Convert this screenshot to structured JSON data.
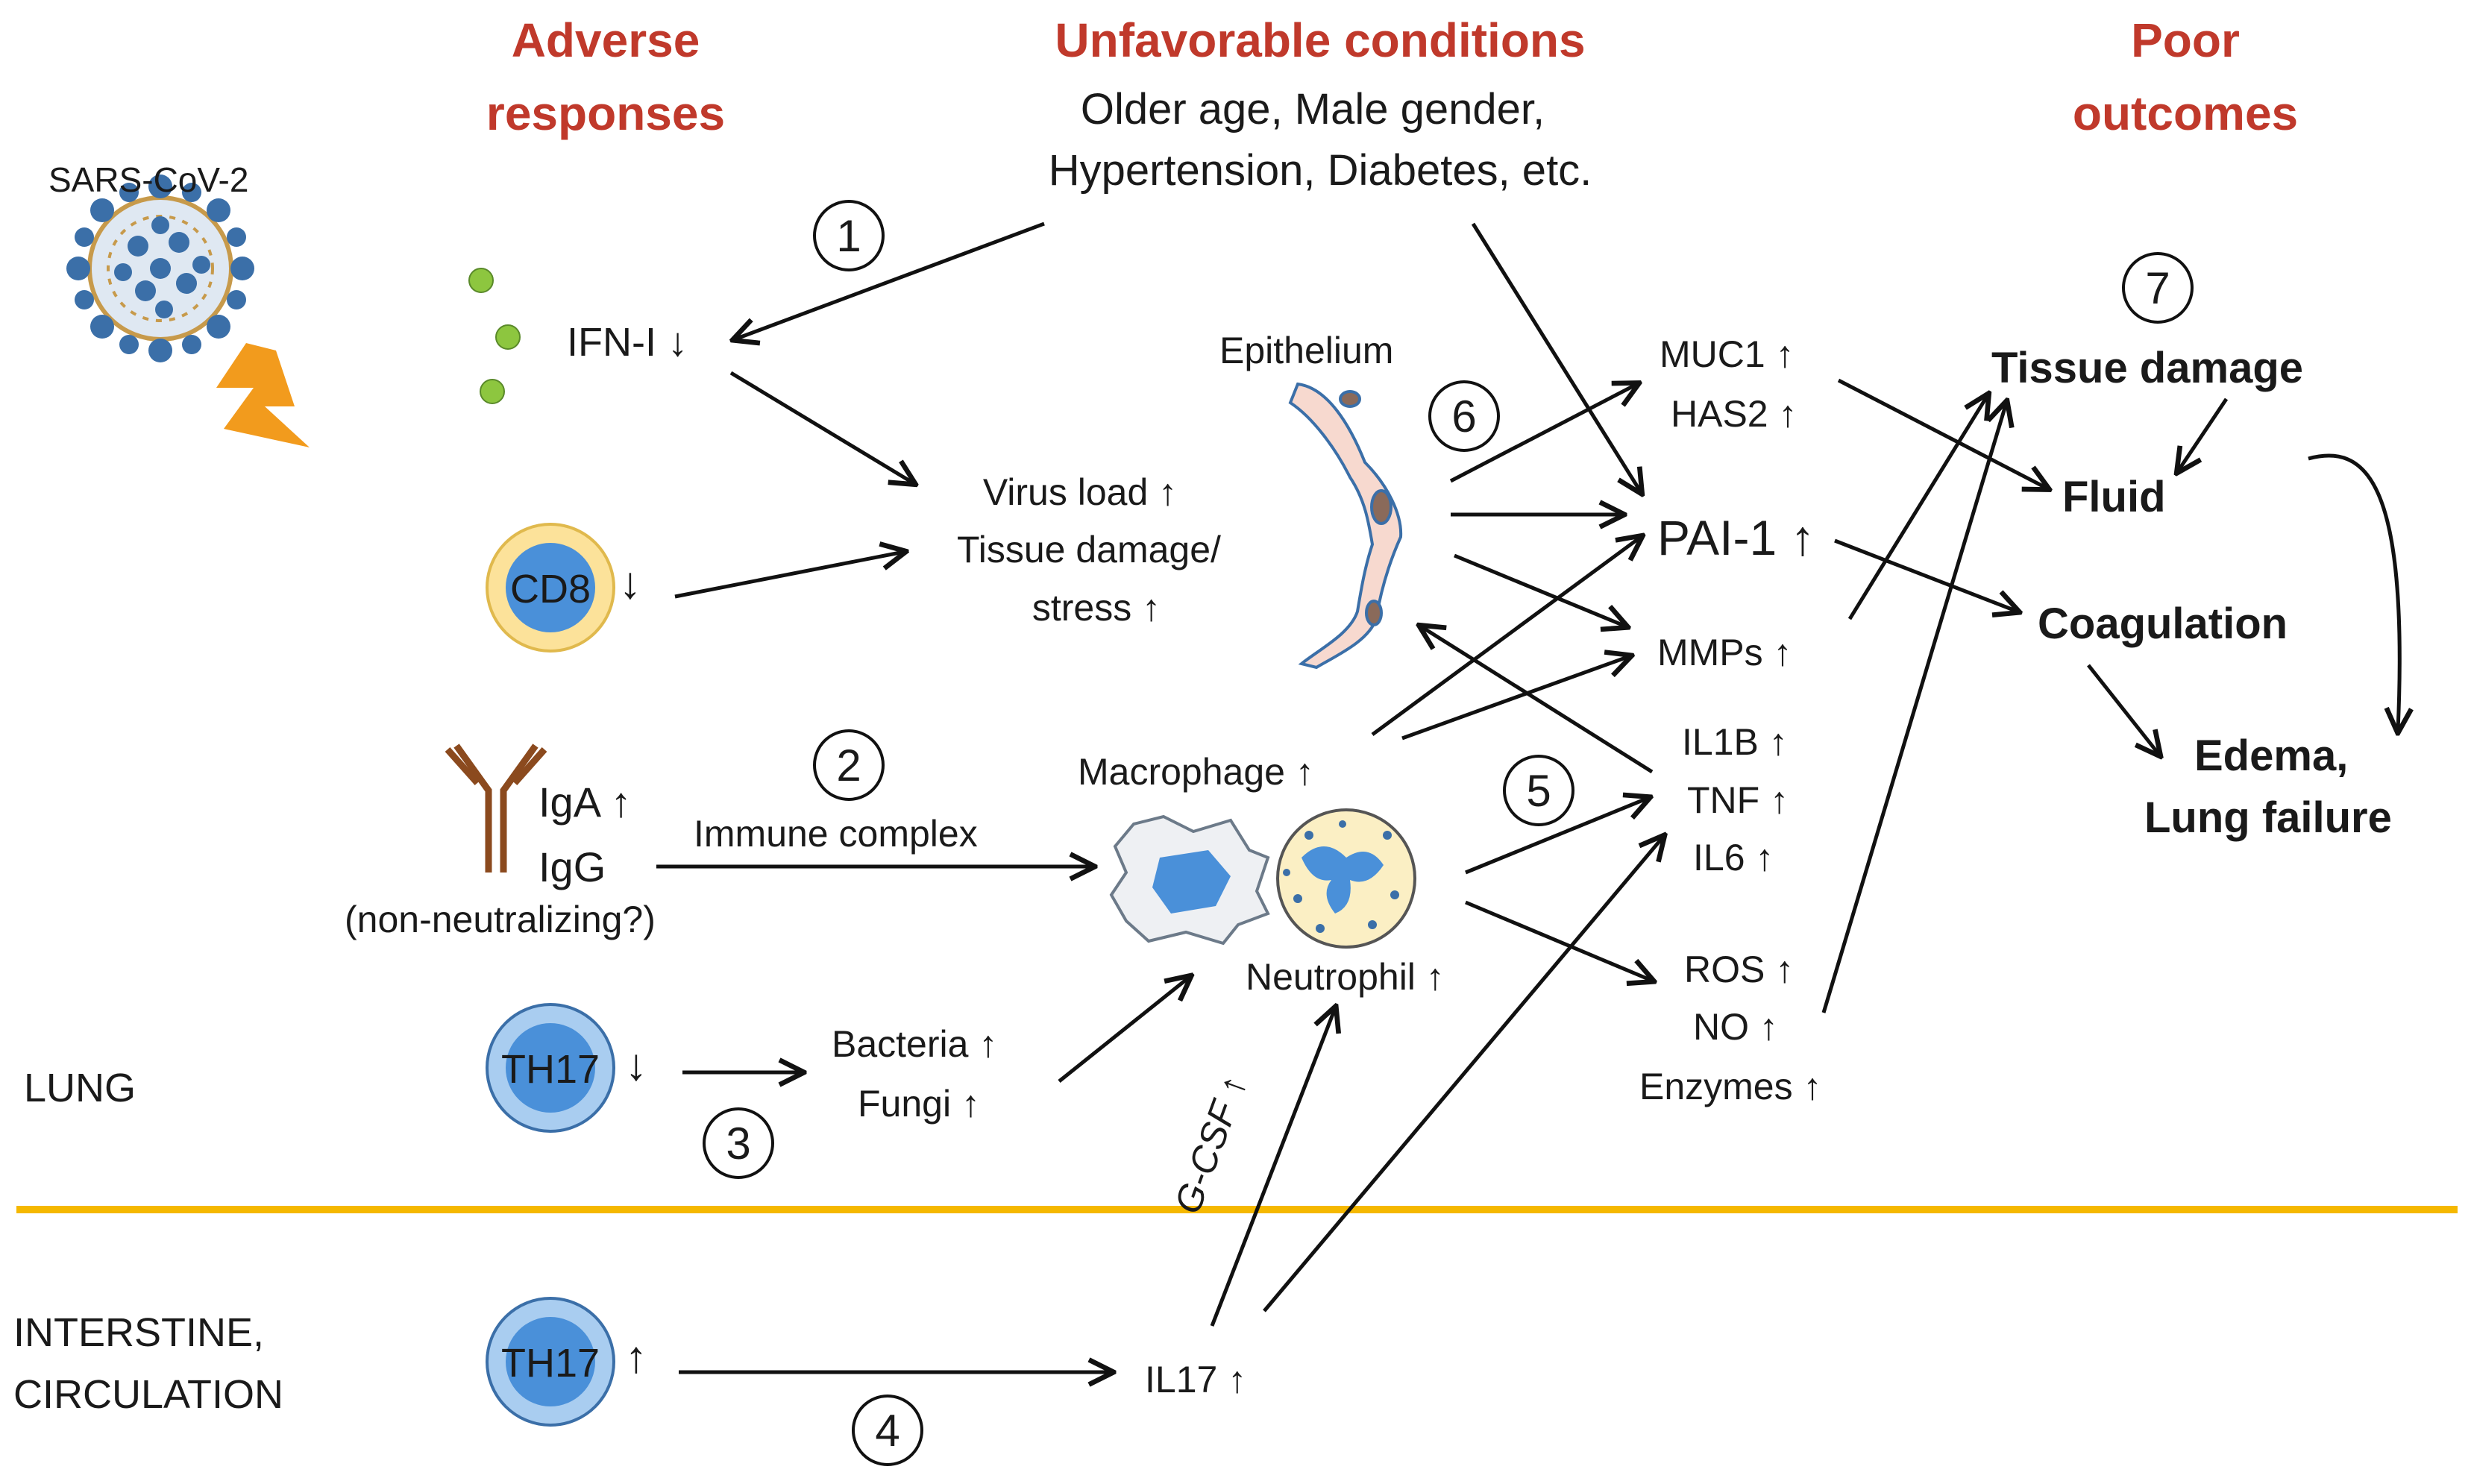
{
  "headers": {
    "adverse": [
      "Adverse",
      "responses"
    ],
    "unfavorable": "Unfavorable conditions",
    "poor": [
      "Poor",
      "outcomes"
    ]
  },
  "conditions": [
    "Older age, Male gender,",
    "Hypertension, Diabetes, etc."
  ],
  "virus_label": "SARS-CoV-2",
  "ifn": "IFN-I ↓",
  "cd8_label": "CD8",
  "cd8_arrow": "↓",
  "virus_effects": [
    "Virus load ↑",
    "Tissue damage/",
    "stress ↑"
  ],
  "epithelium": "Epithelium",
  "antibodies": [
    "IgA ↑",
    "IgG",
    "(non-neutralizing?)"
  ],
  "immune_complex": "Immune complex",
  "macrophage": "Macrophage ↑",
  "neutrophil": "Neutrophil ↑",
  "th17_lung": {
    "label": "TH17",
    "arrow": "↓"
  },
  "microbes": [
    "Bacteria ↑",
    "Fungi ↑"
  ],
  "th17_circ": {
    "label": "TH17",
    "arrow": "↑"
  },
  "il17": "IL17 ↑",
  "gcsf": "G-CSF ↑",
  "mediators": {
    "muc": [
      "MUC1 ↑",
      "HAS2 ↑"
    ],
    "pai": "PAI-1 ↑",
    "mmp": "MMPs ↑",
    "cyto": [
      "IL1B ↑",
      "TNF ↑",
      "IL6 ↑"
    ],
    "ros": [
      "ROS ↑",
      "NO ↑",
      "Enzymes ↑"
    ]
  },
  "outcomes": {
    "tissue": "Tissue damage",
    "fluid": "Fluid",
    "coag": "Coagulation",
    "edema": [
      "Edema,",
      "Lung failure"
    ]
  },
  "regions": {
    "lung": "LUNG",
    "circ": [
      "INTERSTINE,",
      "CIRCULATION"
    ]
  },
  "steps": [
    "1",
    "2",
    "3",
    "4",
    "5",
    "6",
    "7"
  ],
  "colors": {
    "header": "#c0392b",
    "divider": "#f5b800",
    "cell_outer": "#fce29a",
    "cell_inner": "#4a90d9",
    "th17_outer": "#a9cdf0",
    "virus": "#3b6fa8",
    "lightning": "#f29b1d"
  }
}
